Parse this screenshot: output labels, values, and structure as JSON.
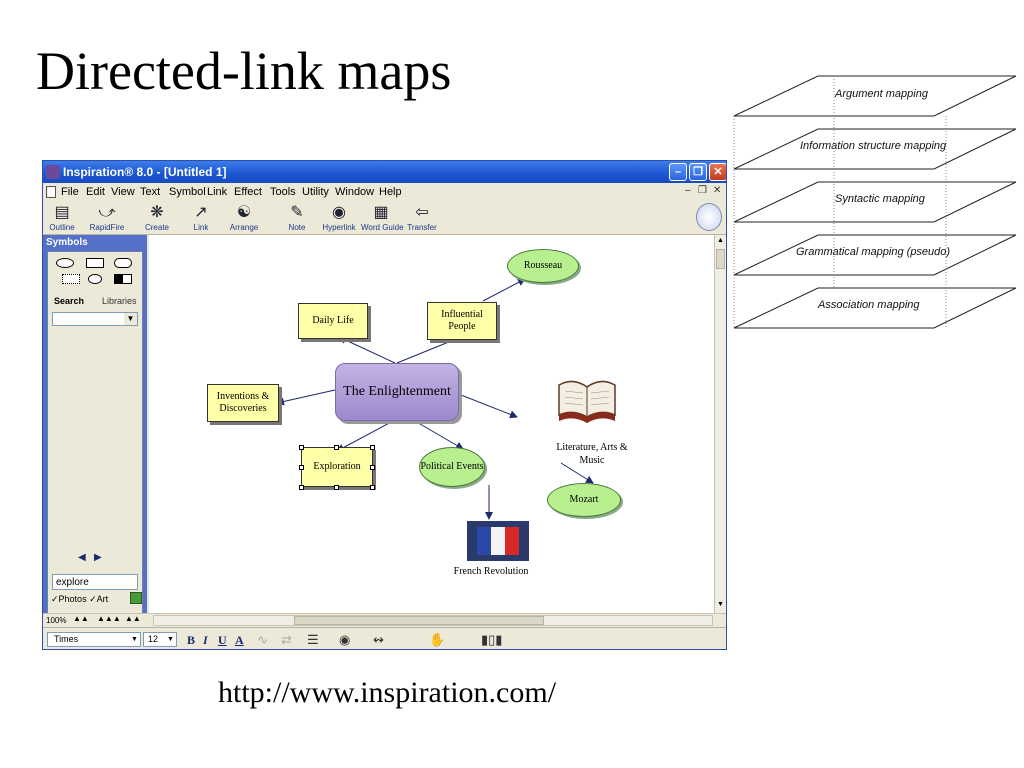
{
  "slide": {
    "title": "Directed-link maps",
    "url": "http://www.inspiration.com/"
  },
  "layers": [
    "Argument mapping",
    "Information structure mapping",
    "Syntactic mapping",
    "Grammatical mapping (pseudo)",
    "Association mapping"
  ],
  "window": {
    "title": "Inspiration® 8.0 - [Untitled 1]",
    "menu": [
      "File",
      "Edit",
      "View",
      "Text",
      "Symbol",
      "Link",
      "Effect",
      "Tools",
      "Utility",
      "Window",
      "Help"
    ],
    "toolbar": [
      "Outline",
      "RapidFire",
      "Create",
      "Link",
      "Arrange",
      "Note",
      "Hyperlink",
      "Word Guide",
      "Transfer"
    ]
  },
  "palette": {
    "header": "Symbols",
    "tabs": [
      "Search",
      "Libraries"
    ],
    "search_value": "explore",
    "check_photos": "Photos",
    "check_art": "Art"
  },
  "diagram": {
    "main": "The Enlightenment",
    "daily_life": "Daily Life",
    "influential": "Influential People",
    "rousseau": "Rousseau",
    "inventions": "Inventions & Discoveries",
    "exploration": "Exploration",
    "political": "Political Events",
    "literature": "Literature, Arts & Music",
    "mozart": "Mozart",
    "french_revolution": "French Revolution"
  },
  "statusbar": {
    "zoom": "100%",
    "font": "Times",
    "size": "12",
    "bold": "B",
    "italic": "I",
    "underline": "U",
    "text_color": "A"
  }
}
